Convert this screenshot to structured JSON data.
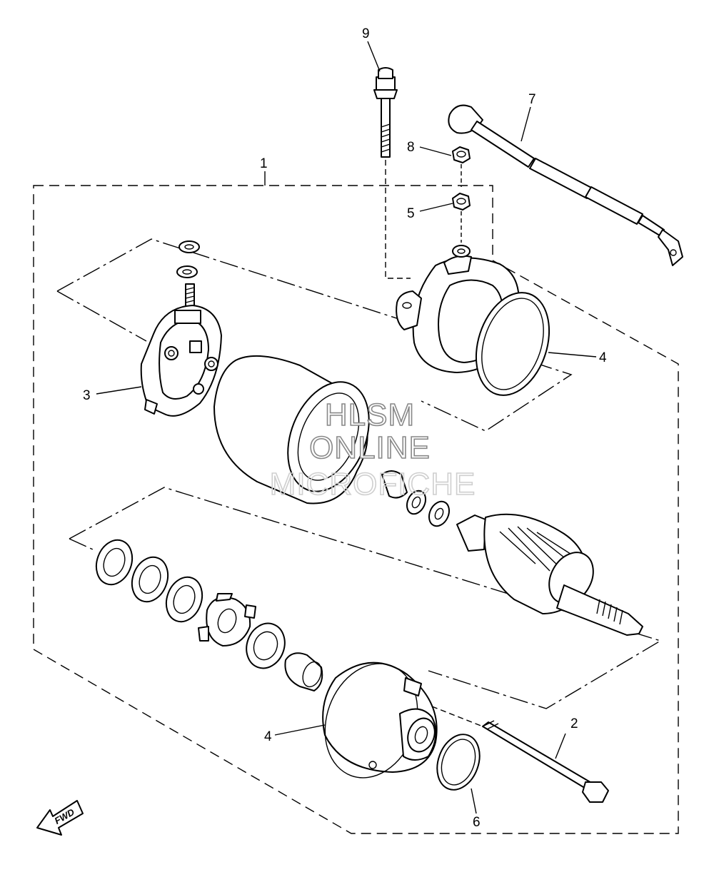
{
  "diagram": {
    "callouts": [
      {
        "id": "c1",
        "label": "1"
      },
      {
        "id": "c2",
        "label": "2"
      },
      {
        "id": "c3",
        "label": "3"
      },
      {
        "id": "c4a",
        "label": "4"
      },
      {
        "id": "c4b",
        "label": "4"
      },
      {
        "id": "c5",
        "label": "5"
      },
      {
        "id": "c6",
        "label": "6"
      },
      {
        "id": "c7",
        "label": "7"
      },
      {
        "id": "c8",
        "label": "8"
      },
      {
        "id": "c9",
        "label": "9"
      }
    ],
    "watermark": {
      "line1": "HLSM",
      "line2": "ONLINE",
      "line3": "MICROFICHE"
    },
    "direction_marker": "FWD"
  }
}
